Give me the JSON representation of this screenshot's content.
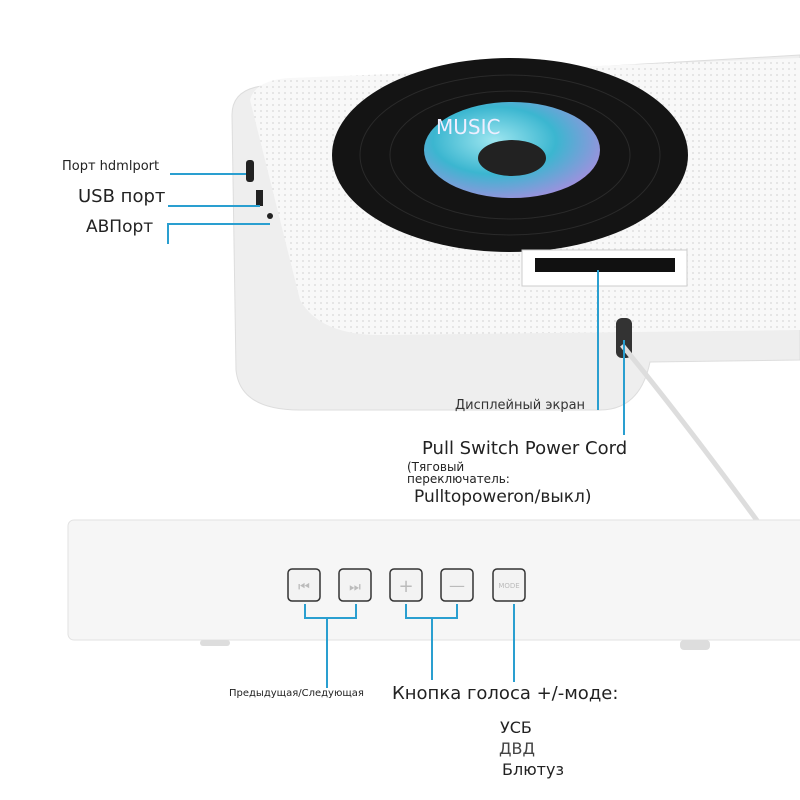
{
  "labels": {
    "hdmi_port": "Порт hdmlport",
    "usb_port": "USB порт",
    "av_port": "АВПорт",
    "display_screen": "Дисплейный экран",
    "pull_switch_title": "Pull Switch Power Cord",
    "pull_switch_ru": "(Тяговый переключатель:",
    "pull_switch_sub": "Pulltopoweron/выкл)",
    "prev_next": "Предыдущая/Следующая",
    "volume_mode": "Кнопка голоса +/-моде:",
    "modes": [
      "УСБ",
      "ДВД",
      "Блютуз"
    ]
  },
  "disc": {
    "label_text": "MUSIC"
  },
  "buttons": [
    {
      "name": "previous",
      "glyph": "⏮"
    },
    {
      "name": "next",
      "glyph": "⏭"
    },
    {
      "name": "volume-up",
      "glyph": "+"
    },
    {
      "name": "volume-down",
      "glyph": "—"
    },
    {
      "name": "mode",
      "glyph": "MODE"
    }
  ],
  "colors": {
    "callout": "#2a9fd0",
    "device": "#f4f4f4",
    "disc": "#141414"
  }
}
